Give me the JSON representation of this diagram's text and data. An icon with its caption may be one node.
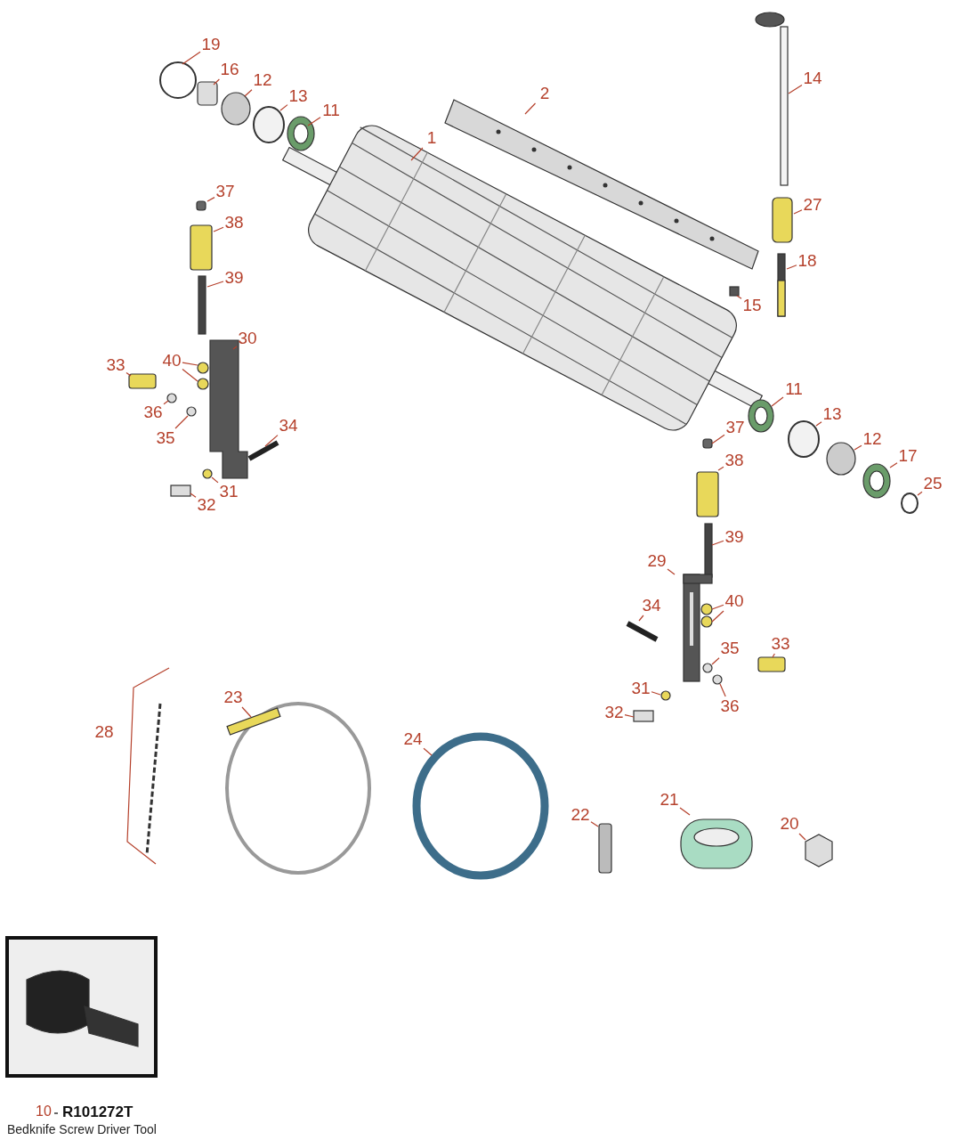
{
  "diagram": {
    "nodes": [
      {
        "text": [
          "19"
        ]
      },
      {
        "text": [
          "16"
        ]
      },
      {
        "text": [
          "12"
        ]
      },
      {
        "text": [
          "13"
        ]
      },
      {
        "text": [
          "11"
        ]
      },
      {
        "text": [
          "2"
        ]
      },
      {
        "text": [
          "1"
        ]
      },
      {
        "text": [
          "14"
        ]
      },
      {
        "text": [
          "37"
        ]
      },
      {
        "text": [
          "38"
        ]
      },
      {
        "text": [
          "27"
        ]
      },
      {
        "text": [
          "18"
        ]
      },
      {
        "text": [
          "39"
        ]
      },
      {
        "text": [
          "15"
        ]
      },
      {
        "text": [
          "30"
        ]
      },
      {
        "text": [
          "33"
        ]
      },
      {
        "text": [
          "40"
        ]
      },
      {
        "text": [
          "36"
        ]
      },
      {
        "text": [
          "35"
        ]
      },
      {
        "text": [
          "34"
        ]
      },
      {
        "text": [
          "11"
        ]
      },
      {
        "text": [
          "37"
        ]
      },
      {
        "text": [
          "13"
        ]
      },
      {
        "text": [
          "12"
        ]
      },
      {
        "text": [
          "17"
        ]
      },
      {
        "text": [
          "38"
        ]
      },
      {
        "text": [
          "31"
        ]
      },
      {
        "text": [
          "32"
        ]
      },
      {
        "text": [
          "25"
        ]
      },
      {
        "text": [
          "39"
        ]
      },
      {
        "text": [
          "29"
        ]
      },
      {
        "text": [
          "34"
        ]
      },
      {
        "text": [
          "40"
        ]
      },
      {
        "text": [
          "35"
        ]
      },
      {
        "text": [
          "33"
        ]
      },
      {
        "text": [
          "36"
        ]
      },
      {
        "text": [
          "31"
        ]
      },
      {
        "text": [
          "32"
        ]
      },
      {
        "text": [
          "23"
        ]
      },
      {
        "text": [
          "24"
        ]
      },
      {
        "text": [
          "22"
        ]
      },
      {
        "text": [
          "21"
        ]
      },
      {
        "text": [
          "20"
        ]
      }
    ],
    "edges": [
      {
        "from": 0,
        "to": null,
        "arrow": "none"
      },
      {
        "from": 1,
        "to": null,
        "arrow": "none"
      },
      {
        "from": 2,
        "to": null,
        "arrow": "none"
      },
      {
        "from": 3,
        "to": null,
        "arrow": "none"
      },
      {
        "from": 4,
        "to": null,
        "arrow": "none"
      },
      {
        "from": 5,
        "to": null,
        "arrow": "none"
      },
      {
        "from": 6,
        "to": null,
        "arrow": "none"
      },
      {
        "from": 7,
        "to": null,
        "arrow": "none"
      },
      {
        "from": 8,
        "to": null,
        "arrow": "none"
      },
      {
        "from": 9,
        "to": null,
        "arrow": "none"
      },
      {
        "from": 10,
        "to": null,
        "arrow": "none"
      },
      {
        "from": 11,
        "to": null,
        "arrow": "none"
      },
      {
        "from": 12,
        "to": null,
        "arrow": "none"
      },
      {
        "from": 13,
        "to": null,
        "arrow": "none"
      },
      {
        "from": 14,
        "to": null,
        "arrow": "none"
      },
      {
        "from": 15,
        "to": null,
        "arrow": "none"
      },
      {
        "from": 16,
        "to": null,
        "arrow": "none"
      },
      {
        "from": 16,
        "to": null,
        "arrow": "none"
      },
      {
        "from": 17,
        "to": null,
        "arrow": "none"
      },
      {
        "from": 18,
        "to": null,
        "arrow": "none"
      },
      {
        "from": 19,
        "to": null,
        "arrow": "none"
      },
      {
        "from": 20,
        "to": null,
        "arrow": "none"
      },
      {
        "from": 21,
        "to": null,
        "arrow": "none"
      },
      {
        "from": 22,
        "to": null,
        "arrow": "none"
      },
      {
        "from": 23,
        "to": null,
        "arrow": "none"
      },
      {
        "from": 24,
        "to": null,
        "arrow": "none"
      },
      {
        "from": 25,
        "to": null,
        "arrow": "none"
      },
      {
        "from": 26,
        "to": null,
        "arrow": "none"
      },
      {
        "from": 27,
        "to": null,
        "arrow": "none"
      },
      {
        "from": 28,
        "to": null,
        "arrow": "none"
      },
      {
        "from": 29,
        "to": null,
        "arrow": "none"
      },
      {
        "from": 30,
        "to": null,
        "arrow": "none"
      },
      {
        "from": 31,
        "to": null,
        "arrow": "none"
      },
      {
        "from": 32,
        "to": null,
        "arrow": "none"
      },
      {
        "from": 32,
        "to": null,
        "arrow": "none"
      },
      {
        "from": 33,
        "to": null,
        "arrow": "none"
      },
      {
        "from": 34,
        "to": null,
        "arrow": "none"
      },
      {
        "from": 35,
        "to": null,
        "arrow": "none"
      },
      {
        "from": 36,
        "to": null,
        "arrow": "none"
      },
      {
        "from": 37,
        "to": null,
        "arrow": "none"
      },
      {
        "from": 38,
        "to": null,
        "arrow": "none"
      },
      {
        "from": 39,
        "to": null,
        "arrow": "none"
      },
      {
        "from": 40,
        "to": null,
        "arrow": "none"
      },
      {
        "from": 41,
        "to": null,
        "arrow": "none"
      },
      {
        "from": 42,
        "to": null,
        "arrow": "none"
      }
    ],
    "labels": [
      "28",
      "10",
      "R101272T",
      "Bedknife Screw Driver Tool"
    ]
  }
}
